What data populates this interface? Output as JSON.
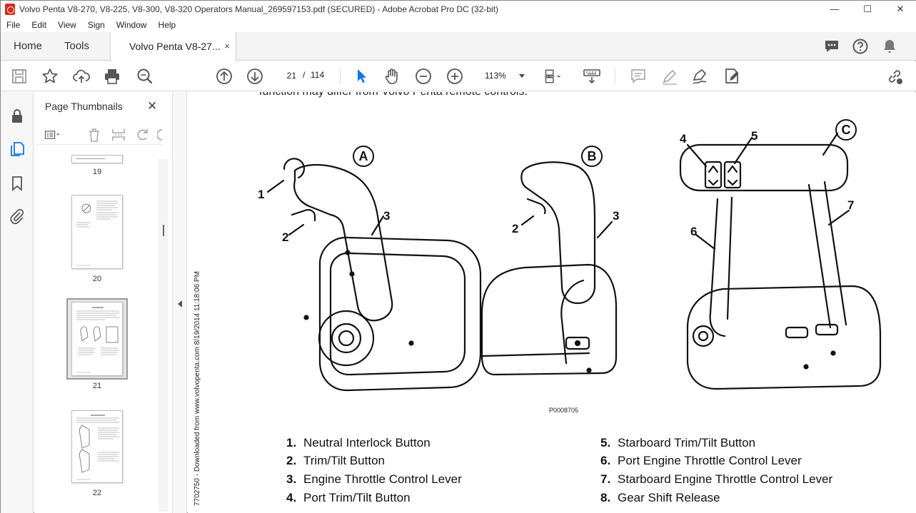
{
  "window": {
    "title": "Volvo Penta V8-270, V8-225, V8-300, V8-320 Operators Manual_269597153.pdf (SECURED) - Adobe Acrobat Pro DC (32-bit)"
  },
  "menu": [
    "File",
    "Edit",
    "View",
    "Sign",
    "Window",
    "Help"
  ],
  "tabs": {
    "home": "Home",
    "tools": "Tools",
    "document": "Volvo Penta V8-27...",
    "close": "×"
  },
  "toolbar": {
    "current_page": "21",
    "separator": "/",
    "total_pages": "114",
    "zoom": "113%"
  },
  "thumbnails": {
    "title": "Page Thumbnails",
    "close": "✕",
    "pages": [
      {
        "label": "19"
      },
      {
        "label": "20"
      },
      {
        "label": "21",
        "selected": true
      },
      {
        "label": "22"
      }
    ]
  },
  "document": {
    "cut_text": "function may differ from Volvo Penta remote controls.",
    "side_note": "7702750 - Downloaded from www.volvopenta.com 8/19/2014 11:18:06 PM",
    "figure_code": "P0008705",
    "circle_letters": [
      "A",
      "B",
      "C"
    ],
    "callouts": [
      "1",
      "2",
      "3",
      "2",
      "3",
      "4",
      "5",
      "6",
      "7"
    ],
    "legend": [
      {
        "num": "1.",
        "text": "Neutral Interlock Button"
      },
      {
        "num": "2.",
        "text": "Trim/Tilt Button"
      },
      {
        "num": "3.",
        "text": "Engine Throttle Control Lever"
      },
      {
        "num": "4.",
        "text": "Port Trim/Tilt Button"
      },
      {
        "num": "5.",
        "text": "Starboard Trim/Tilt Button"
      },
      {
        "num": "6.",
        "text": "Port Engine Throttle Control Lever"
      },
      {
        "num": "7.",
        "text": "Starboard Engine Throttle Control Lever"
      },
      {
        "num": "8.",
        "text": "Gear Shift Release"
      }
    ]
  }
}
